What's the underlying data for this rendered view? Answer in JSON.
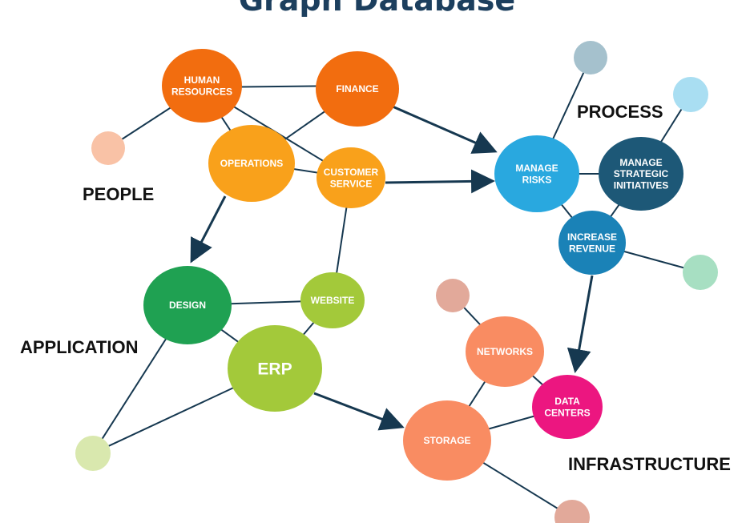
{
  "title": "Graph Database",
  "groups": {
    "people": "PEOPLE",
    "process": "PROCESS",
    "application": "APPLICATION",
    "infrastructure": "INFRASTRUCTURE"
  },
  "nodes": {
    "human_resources": {
      "lines": [
        "HUMAN",
        "RESOURCES"
      ],
      "color": "#f26d0f"
    },
    "finance": {
      "lines": [
        "FINANCE"
      ],
      "color": "#f26d0f"
    },
    "operations": {
      "lines": [
        "OPERATIONS"
      ],
      "color": "#f9a11b"
    },
    "customer_service": {
      "lines": [
        "CUSTOMER",
        "SERVICE"
      ],
      "color": "#f9a11b"
    },
    "manage_risks": {
      "lines": [
        "MANAGE",
        "RISKS"
      ],
      "color": "#29a8df"
    },
    "manage_strategic": {
      "lines": [
        "MANAGE",
        "STRATEGIC",
        "INITIATIVES"
      ],
      "color": "#1d5877"
    },
    "increase_revenue": {
      "lines": [
        "INCREASE",
        "REVENUE"
      ],
      "color": "#1a82b7"
    },
    "design": {
      "lines": [
        "DESIGN"
      ],
      "color": "#1fa152"
    },
    "website": {
      "lines": [
        "WEBSITE"
      ],
      "color": "#a3c93a"
    },
    "erp": {
      "lines": [
        "ERP"
      ],
      "color": "#a3c93a"
    },
    "networks": {
      "lines": [
        "NETWORKS"
      ],
      "color": "#f98c62"
    },
    "data_centers": {
      "lines": [
        "DATA",
        "CENTERS"
      ],
      "color": "#ec1680"
    },
    "storage": {
      "lines": [
        "STORAGE"
      ],
      "color": "#f98c62"
    }
  },
  "colors": {
    "edge": "#163850",
    "title": "#1c3f5e",
    "dot_people": "#f9c2a6",
    "dot_process_top": "#a5c1cd",
    "dot_process_right": "#a9def2",
    "dot_process_bottom": "#a7dfc2",
    "dot_application": "#d9e8ae",
    "dot_infra_top": "#e2a99a",
    "dot_infra_bottom": "#e2a99a"
  }
}
